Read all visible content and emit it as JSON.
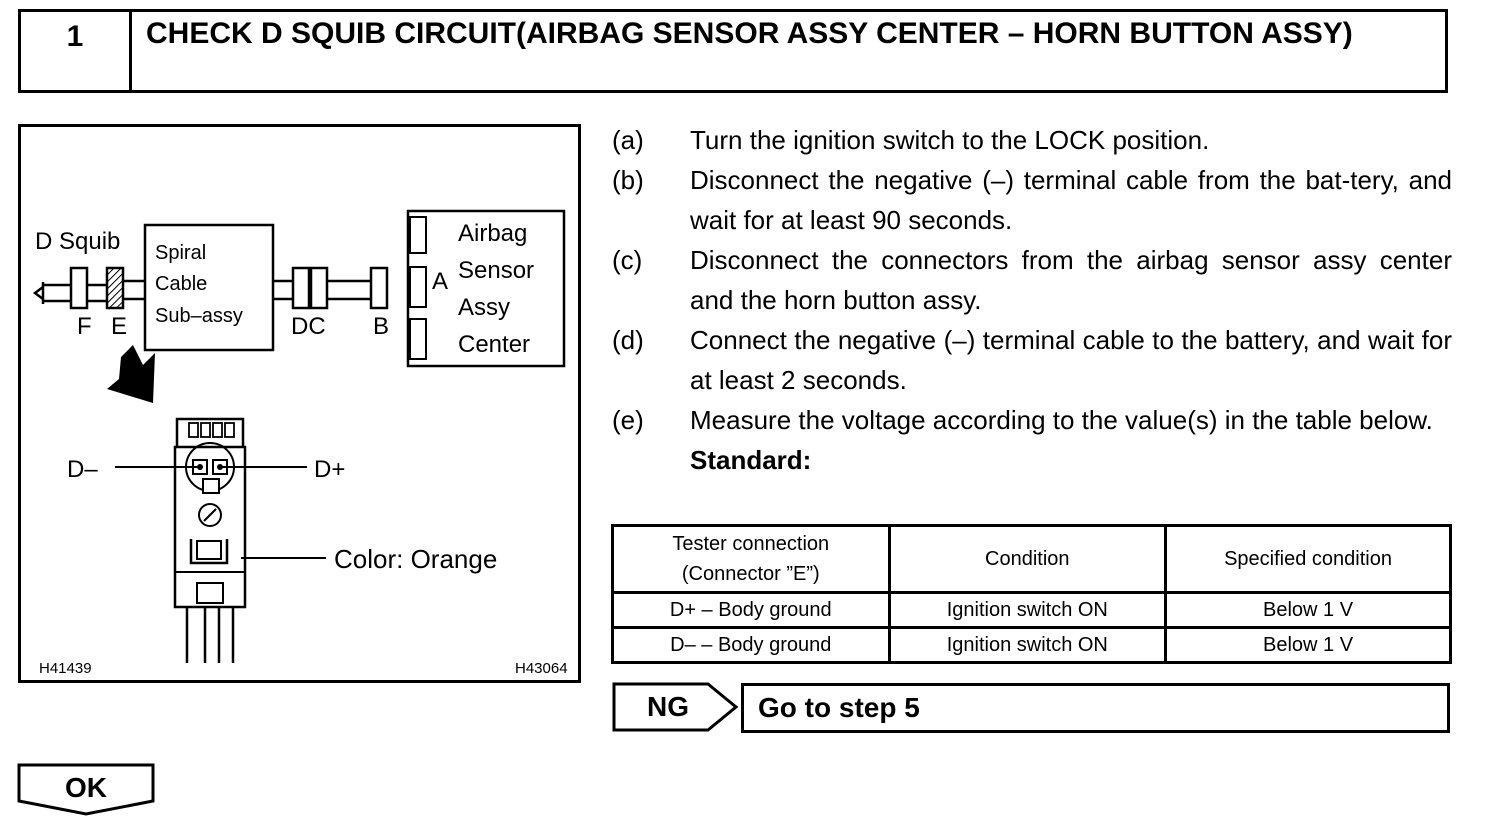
{
  "header": {
    "number": "1",
    "title": "CHECK D SQUIB CIRCUIT(AIRBAG SENSOR ASSY CENTER – HORN BUTTON ASSY)"
  },
  "figure": {
    "d_squib": "D Squib",
    "spiral": [
      "Spiral",
      "Cable",
      "Sub–assy"
    ],
    "airbag": [
      "Airbag",
      "Sensor",
      "Assy",
      "Center"
    ],
    "connector_a": "A",
    "connector_b": "B",
    "connector_dc": "DC",
    "connector_f": "F",
    "connector_e": "E",
    "d_minus": "D–",
    "d_plus": "D+",
    "color_label": "Color: Orange",
    "code_left": "H41439",
    "code_right": "H43064"
  },
  "steps": [
    {
      "label": "(a)",
      "text": "Turn the ignition switch to the LOCK position."
    },
    {
      "label": "(b)",
      "text": "Disconnect the negative (–) terminal cable from the bat-tery, and wait for at least 90 seconds."
    },
    {
      "label": "(c)",
      "text": "Disconnect the connectors from the airbag sensor assy center and the horn button assy."
    },
    {
      "label": "(d)",
      "text": "Connect the negative (–) terminal cable to the battery, and wait for at least 2 seconds."
    },
    {
      "label": "(e)",
      "text": "Measure the voltage according to the value(s) in the table below."
    }
  ],
  "standard_label": "Standard:",
  "table": {
    "headers": [
      "Tester connection",
      "(Connector ”E”)",
      "Condition",
      "Specified condition"
    ],
    "rows": [
      [
        "D+ – Body ground",
        "Ignition switch ON",
        "Below 1 V"
      ],
      [
        "D– – Body ground",
        "Ignition switch ON",
        "Below 1 V"
      ]
    ]
  },
  "ng": {
    "label": "NG",
    "action": "Go to step 5"
  },
  "ok": {
    "label": "OK"
  }
}
